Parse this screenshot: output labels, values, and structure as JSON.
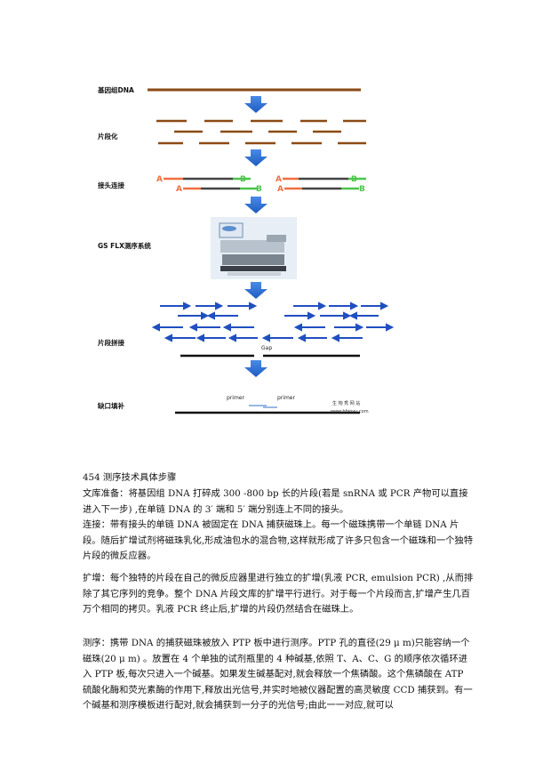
{
  "figure": {
    "labels": {
      "genomic_dna": "基因组DNA",
      "fragmentation": "片段化",
      "adapter_ligation": "接头连接",
      "sequencing_system": "GS FLX测序系统",
      "assembly": "片段拼接",
      "gap_filling": "缺口填补"
    },
    "adapter_a": "A",
    "adapter_b": "B",
    "gap": "Gap",
    "primer_left": "primer",
    "primer_right": "primer",
    "watermark_cn": "生 物 秀 网 站",
    "watermark_url": "www.bbioyu.com",
    "colors": {
      "dna": "#8b4a14",
      "arrow": "#2f6fcf",
      "adapter_a": "#f07040",
      "adapter_b": "#4cc44c",
      "read": "#1f4fc0",
      "line": "#111111"
    }
  },
  "text": {
    "heading": "454 测序技术具体步骤",
    "p1": "文库准备：将基因组 DNA 打碎成 300 -800 bp 长的片段(若是 snRNA 或 PCR 产物可以直接进入下一步) ,在单链 DNA 的 3′ 端和 5′ 端分别连上不同的接头。",
    "p2": "  连接：带有接头的单链 DNA 被固定在 DNA 捕获磁珠上。每一个磁珠携带一个单链 DNA 片段。随后扩增试剂将磁珠乳化,形成油包水的混合物,这样就形成了许多只包含一个磁珠和一个独特片段的微反应器。",
    "p3": "扩增：每个独特的片段在自己的微反应器里进行独立的扩增(乳液 PCR, emulsion PCR) ,从而排除了其它序列的竞争。整个 DNA 片段文库的扩增平行进行。对于每一个片段而言,扩增产生几百万个相同的拷贝。乳液 PCR 终止后,扩增的片段仍然结合在磁珠上。",
    "p4": "测序：携带 DNA 的捕获磁珠被放入 PTP 板中进行测序。PTP 孔的直径(29 μ m)只能容纳一个磁珠(20 μ m) 。放置在 4 个单独的试剂瓶里的 4 种碱基,依照 T、A、C、G 的顺序依次循环进入 PTP 板,每次只进入一个碱基。如果发生碱基配对,就会释放一个焦磷酸。这个焦磷酸在 ATP 硫酸化酶和荧光素酶的作用下,释放出光信号,并实时地被仪器配置的高灵敏度 CCD 捕获到。有一个碱基和测序模板进行配对,就会捕获到一分子的光信号;由此一一对应,就可以"
  }
}
